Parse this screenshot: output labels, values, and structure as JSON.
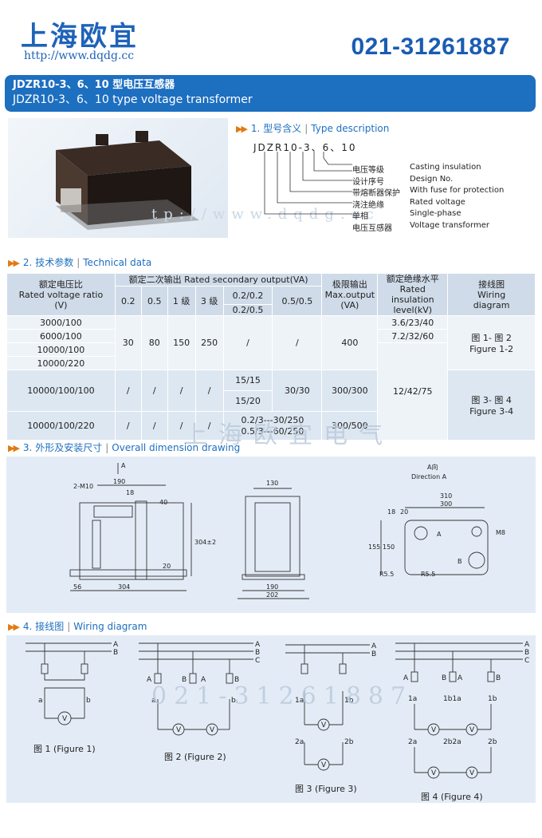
{
  "header": {
    "logo": "上海欧宜",
    "url": "http://www.dqdg.cc",
    "phone": "021-31261887"
  },
  "title": {
    "cn": "JDZR10-3、6、10 型电压互感器",
    "en": "JDZR10-3、6、10 type voltage transformer"
  },
  "watermark_url": "tp://www.dqdg.cc",
  "watermark_cn": "上海欧宜电气",
  "watermark_phone": "021-31261887",
  "sec1": {
    "num": "1.",
    "cn": "型号含义",
    "en": "Type description"
  },
  "type_code": "JDZR10-3、6、10",
  "type_rows": [
    {
      "cn": "电压等级",
      "en": "Casting insulation"
    },
    {
      "cn": "设计序号",
      "en": "Design No."
    },
    {
      "cn": "带熔断器保护",
      "en": "With fuse for protection"
    },
    {
      "cn": "浇注绝缘",
      "en": "Rated voltage"
    },
    {
      "cn": "单相",
      "en": "Single-phase"
    },
    {
      "cn": "电压互感器",
      "en": "Voltage transformer"
    }
  ],
  "sec2": {
    "num": "2.",
    "cn": "技术参数",
    "en": "Technical data"
  },
  "table": {
    "h_ratio": [
      "额定电压比",
      "Rated voltage ratio",
      "(V)"
    ],
    "h_output": "额定二次输出 Rated secondary output(VA)",
    "h_max": [
      "极限输出",
      "Max.output",
      "(VA)"
    ],
    "h_ins": [
      "额定绝缘水平",
      "Rated insulation",
      "level(kV)"
    ],
    "h_wiring": [
      "接线图",
      "Wiring",
      "diagram"
    ],
    "sub": [
      "0.2",
      "0.5",
      "1 级",
      "3 级",
      "0.2/0.2",
      "0.2/0.5",
      "0.5/0.5"
    ],
    "ratios": [
      "3000/100",
      "6000/100",
      "10000/100",
      "10000/220",
      "10000/100/100",
      "10000/100/220"
    ],
    "g1": {
      "v02": "30",
      "v05": "80",
      "v1": "150",
      "v3": "250",
      "v0202": "/",
      "v0505": "/",
      "max": "400",
      "ins_a": "3.6/23/40",
      "ins_b": "7.2/32/60",
      "wiring": [
        "图 1- 图 2",
        "Figure 1-2"
      ]
    },
    "g2": {
      "dash": "/",
      "r1": "15/15",
      "r2": "15/20",
      "v0505": "30/30",
      "max": "300/300",
      "ins": "12/42/75",
      "wiring": [
        "图 3- 图 4",
        "Figure 3-4"
      ]
    },
    "g3": {
      "dash": "/",
      "r1": "0.2/3---30/250",
      "r2": "0.5/3---60/250",
      "max": "300/500"
    }
  },
  "sec3": {
    "num": "3.",
    "cn": "外形及安装尺寸",
    "en": "Overall dimension drawing"
  },
  "dims": {
    "a": "A",
    "m10": "2-M10",
    "d190": "190",
    "d18": "18",
    "d40": "40",
    "d304pm": "304±2",
    "d20": "20",
    "d56": "56",
    "d304": "304",
    "d130": "130",
    "d190b": "190",
    "d202": "202",
    "dirA_cn": "A向",
    "dirA_en": "Direction A",
    "d310": "310",
    "d300": "300",
    "d18b": "18",
    "d20b": "20",
    "d155": "155",
    "d150": "150",
    "r55a": "R5.5",
    "r55b": "R5.5",
    "m8": "M8",
    "lblA": "A",
    "lblB": "B"
  },
  "sec4": {
    "num": "4.",
    "cn": "接线图",
    "en": "Wiring diagram"
  },
  "wiring": {
    "fig1": "图 1 (Figure 1)",
    "fig2": "图 2 (Figure 2)",
    "fig3": "图 3 (Figure 3)",
    "fig4": "图 4 (Figure 4)",
    "A": "A",
    "B": "B",
    "C": "C",
    "a": "a",
    "b": "b",
    "V": "V",
    "a1": "1a",
    "b1": "1b",
    "b1a": "1b1a",
    "a2": "2a",
    "b2": "2b",
    "b2a": "2b2a"
  }
}
